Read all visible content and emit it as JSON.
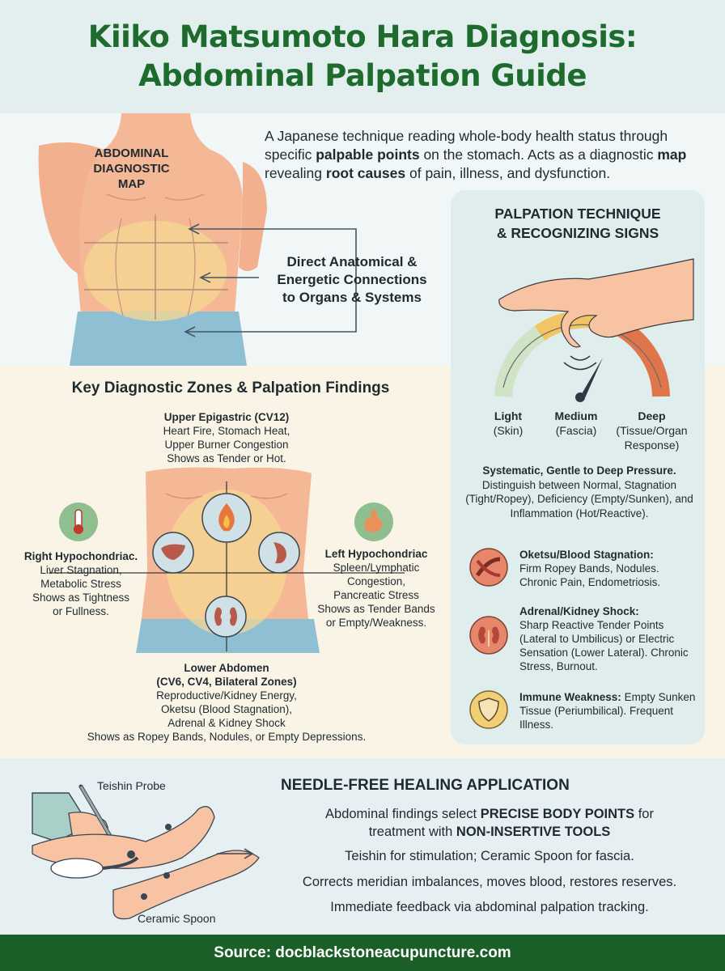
{
  "title": {
    "line1": "Kiiko Matsumoto Hara Diagnosis:",
    "line2": "Abdominal Palpation Guide"
  },
  "intro": {
    "part1": "A Japanese technique reading whole-body health status through specific ",
    "bold1": "palpable points",
    "part2": " on the stomach. Acts as a diagnostic ",
    "bold2": "map",
    "part3": " revealing ",
    "bold3": "root causes",
    "part4": " of pain, illness, and dysfunction."
  },
  "map": {
    "label_line1": "ABDOMINAL",
    "label_line2": "DIAGNOSTIC MAP",
    "connection_line1": "Direct Anatomical &",
    "connection_line2": "Energetic Connections",
    "connection_line3": "to Organs & Systems"
  },
  "technique": {
    "title_line1": "PALPATION TECHNIQUE",
    "title_line2": "& RECOGNIZING SIGNS",
    "gauge": [
      {
        "name": "Light",
        "detail": "(Skin)",
        "color": "#cfe3c6"
      },
      {
        "name": "Medium",
        "detail": "(Fascia)",
        "color": "#f2c463"
      },
      {
        "name": "Deep",
        "detail": "(Tissue/Organ Response)",
        "color": "#e0744a"
      }
    ],
    "pressure_title": "Systematic, Gentle to Deep Pressure.",
    "pressure_text": "Distinguish between Normal, Stagnation (Tight/Ropey), Deficiency (Empty/Sunken), and Inflammation (Hot/Reactive).",
    "signs": [
      {
        "title": "Oketsu/Blood Stagnation:",
        "text": "Firm Ropey Bands, Nodules. Chronic Pain, Endometriosis.",
        "icon": "blood-vessel-icon"
      },
      {
        "title": "Adrenal/Kidney Shock:",
        "text": "Sharp Reactive Tender Points (Lateral to Umbilicus) or Electric Sensation (Lower Lateral). Chronic Stress, Burnout.",
        "icon": "kidney-icon"
      },
      {
        "title": "Immune Weakness:",
        "text": " Empty Sunken Tissue (Periumbilical). Frequent Illness.",
        "icon": "shield-icon"
      }
    ]
  },
  "zones": {
    "title": "Key Diagnostic Zones & Palpation Findings",
    "upper": {
      "name": "Upper Epigastric (CV12)",
      "l1": "Heart Fire, Stomach Heat,",
      "l2": "Upper Burner Congestion",
      "l3": "Shows as Tender or Hot."
    },
    "right": {
      "name": "Right Hypochondriac.",
      "l1": "Liver Stagnation,",
      "l2": "Metabolic Stress",
      "l3": "Shows as Tightness",
      "l4": "or Fullness."
    },
    "left": {
      "name": "Left Hypochondriac",
      "l1": "Spleen/Lymphatic",
      "l2": "Congestion,",
      "l3": "Pancreatic Stress",
      "l4": "Shows as Tender Bands",
      "l5": "or Empty/Weakness."
    },
    "lower": {
      "name": "Lower Abdomen",
      "name2": "(CV6, CV4, Bilateral Zones)",
      "l1": "Reproductive/Kidney Energy,",
      "l2": "Oketsu (Blood Stagnation),",
      "l3": "Adrenal & Kidney Shock",
      "l4": "Shows as Ropey Bands, Nodules, or Empty Depressions."
    }
  },
  "healing": {
    "title": "NEEDLE-FREE HEALING APPLICATION",
    "teishin_label": "Teishin Probe",
    "spoon_label": "Ceramic Spoon",
    "line1a": "Abdominal findings select ",
    "line1b": "PRECISE BODY POINTS",
    "line1c": " for",
    "line2a": "treatment with ",
    "line2b": "NON-INSERTIVE TOOLS",
    "line3": "Teishin for stimulation; Ceramic Spoon for fascia.",
    "line4": "Corrects meridian imbalances, moves blood, restores reserves.",
    "line5": "Immediate feedback via abdominal palpation tracking."
  },
  "footer": "Source: docblackstoneacupuncture.com"
}
